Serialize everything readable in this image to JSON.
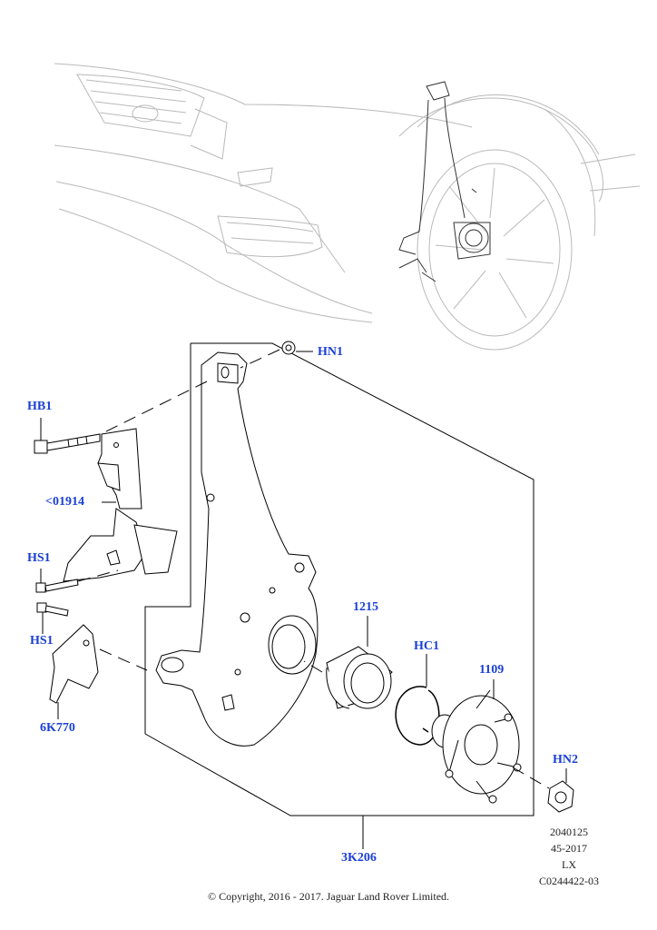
{
  "callouts": {
    "hn1": "HN1",
    "hb1": "HB1",
    "part_01914": "<01914",
    "hs1_upper": "HS1",
    "hs1_lower": "HS1",
    "part_6k770": "6K770",
    "part_1215": "1215",
    "hc1": "HC1",
    "part_1109": "1109",
    "hn2": "HN2",
    "part_3k206": "3K206"
  },
  "reference": {
    "line1": "2040125",
    "line2": "45-2017",
    "line3": "LX",
    "line4": "C0244422-03"
  },
  "copyright": "© Copyright, 2016 - 2017. Jaguar Land Rover Limited.",
  "colors": {
    "callout": "#1a3fd6",
    "line": "#000000",
    "ghost": "#b9b9b9"
  }
}
